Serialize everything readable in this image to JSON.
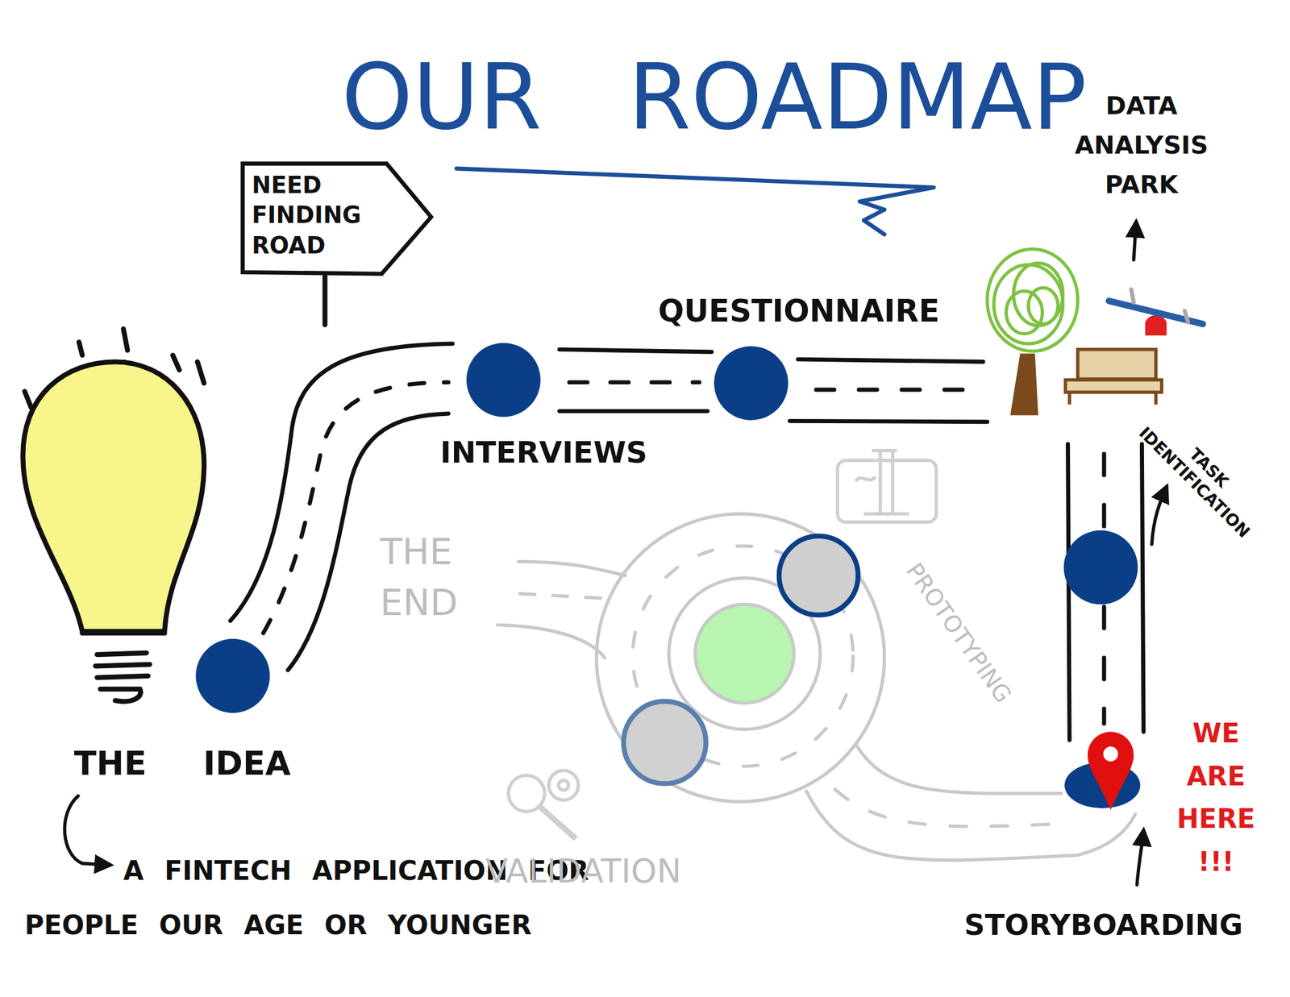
{
  "diagram": {
    "title": "OUR ROADMAP",
    "nodes": [
      {
        "text": [
          "NEED FINDING ROAD"
        ]
      }
    ],
    "labels": [
      "THE IDEA",
      "A FINTECH APPLICATION FOR PEOPLE OUR AGE OR YOUNGER",
      "INTERVIEWS",
      "QUESTIONNAIRE",
      "DATA ANALYSIS PARK",
      "TASK IDENTIFICATION",
      "WE ARE HERE !!!",
      "STORYBOARDING",
      "THE END",
      "PROTOTYPING",
      "VALIDATION"
    ]
  }
}
